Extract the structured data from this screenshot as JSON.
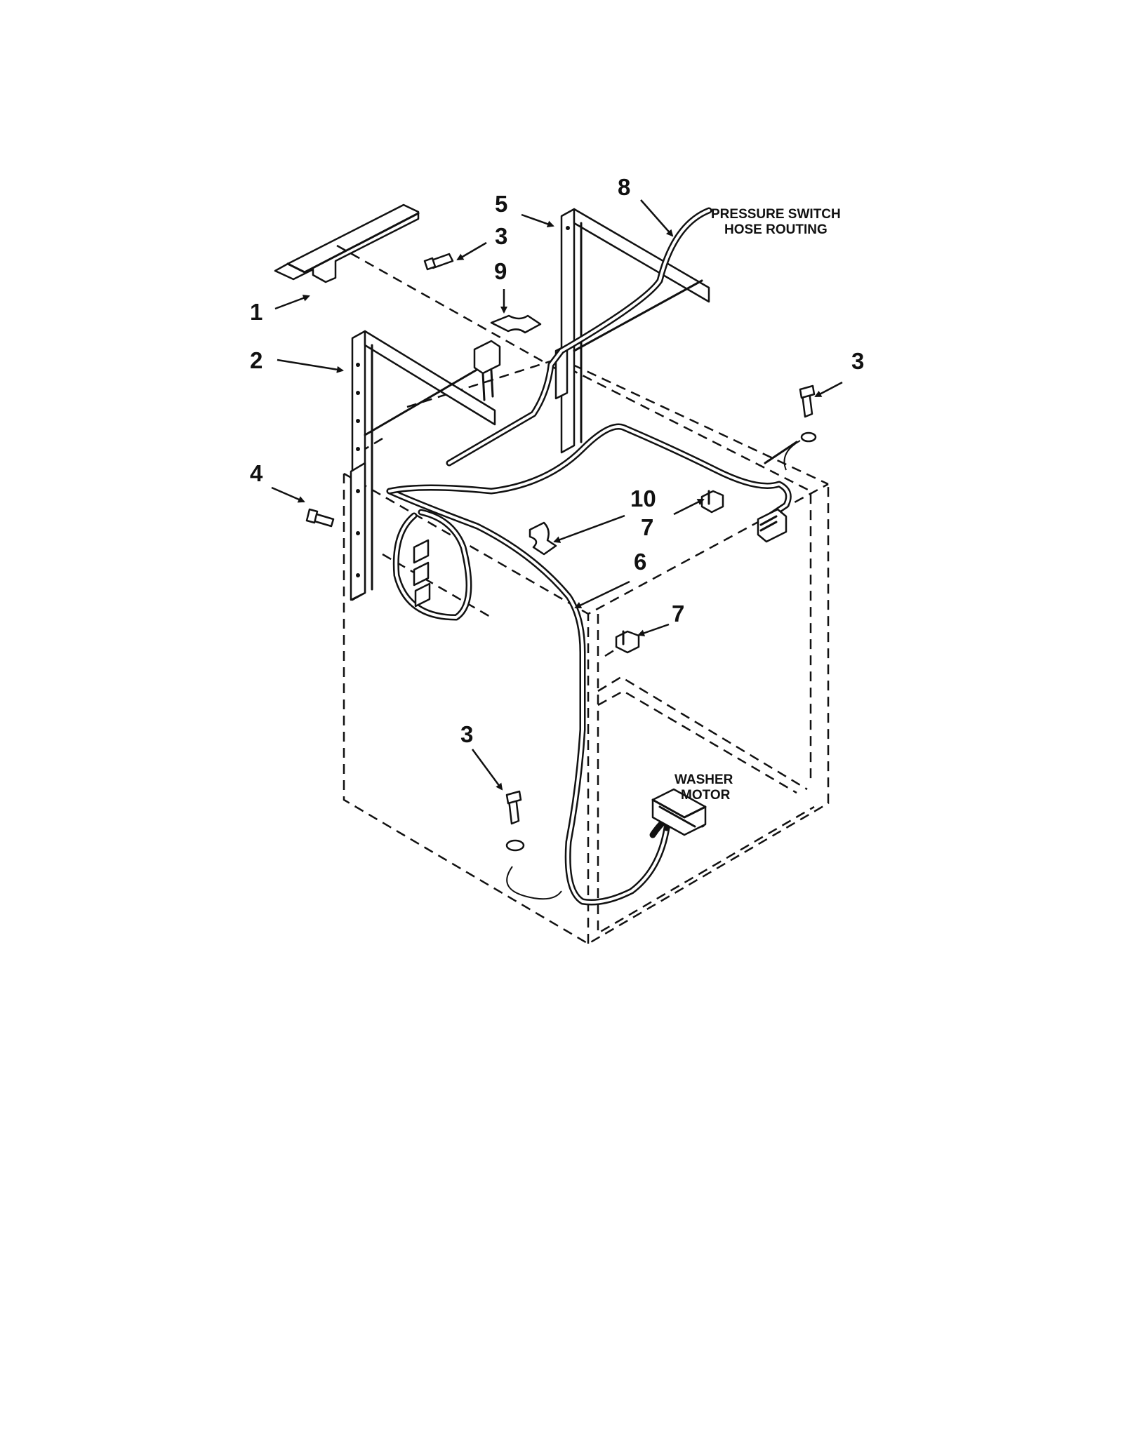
{
  "callouts": {
    "c1": "1",
    "c2": "2",
    "c3a": "3",
    "c3b": "3",
    "c3c": "3",
    "c4": "4",
    "c5": "5",
    "c6": "6",
    "c7a": "7",
    "c7b": "7",
    "c8": "8",
    "c9": "9",
    "c10": "10"
  },
  "notes": {
    "pressure_line1": "PRESSURE SWITCH",
    "pressure_line2": "HOSE ROUTING",
    "motor_line1": "WASHER",
    "motor_line2": "MOTOR"
  }
}
